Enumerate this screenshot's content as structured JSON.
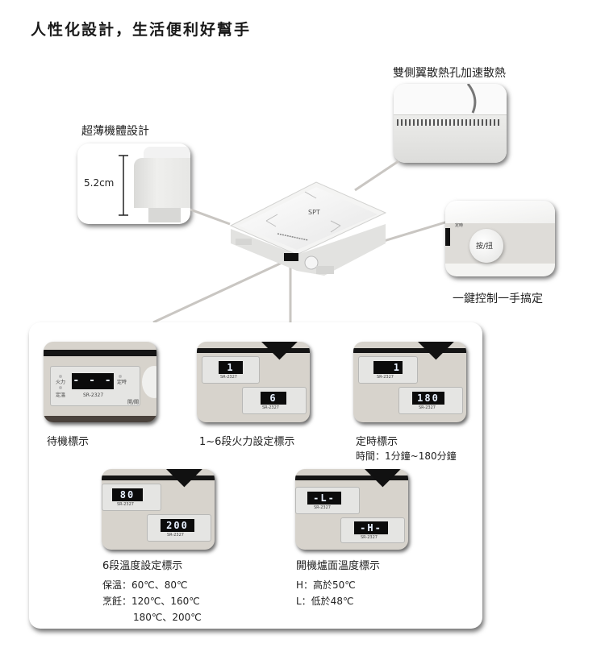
{
  "title": "人性化設計，生活便利好幫手",
  "callouts": {
    "heat_vent": {
      "label": "雙側翼散熱孔加速散熱"
    },
    "thin_body": {
      "label": "超薄機體設計",
      "dimension": "5.2cm"
    },
    "one_knob": {
      "label": "一鍵控制一手搞定",
      "knob_text": "按/扭",
      "indicator_text": "定時"
    }
  },
  "device": {
    "logo": "SPT"
  },
  "panel_common": {
    "model": "SR-2327",
    "fire_label": "火力",
    "temp_label": "定溫",
    "timer_label": "定時",
    "onoff_label": "開/關"
  },
  "displays": [
    {
      "name": "standby",
      "title": "待機標示",
      "readouts": [
        "- - -"
      ],
      "notes": []
    },
    {
      "name": "power-levels",
      "title": "1~6段火力設定標示",
      "readouts": [
        "1",
        "6"
      ],
      "notes": []
    },
    {
      "name": "timer",
      "title": "定時標示",
      "readouts": [
        "1",
        "180"
      ],
      "notes": [
        "時間：1分鐘~180分鐘"
      ]
    },
    {
      "name": "temperature",
      "title": "6段溫度設定標示",
      "readouts": [
        "80",
        "200"
      ],
      "notes": [
        "保溫：60℃、80℃",
        "烹飪：120℃、160℃",
        "180℃、200℃"
      ]
    },
    {
      "name": "surface-temp",
      "title": "開機爐面溫度標示",
      "readouts": [
        "-L-",
        "-H-"
      ],
      "notes": [
        "H：高於50℃",
        "L：低於48℃"
      ]
    }
  ]
}
